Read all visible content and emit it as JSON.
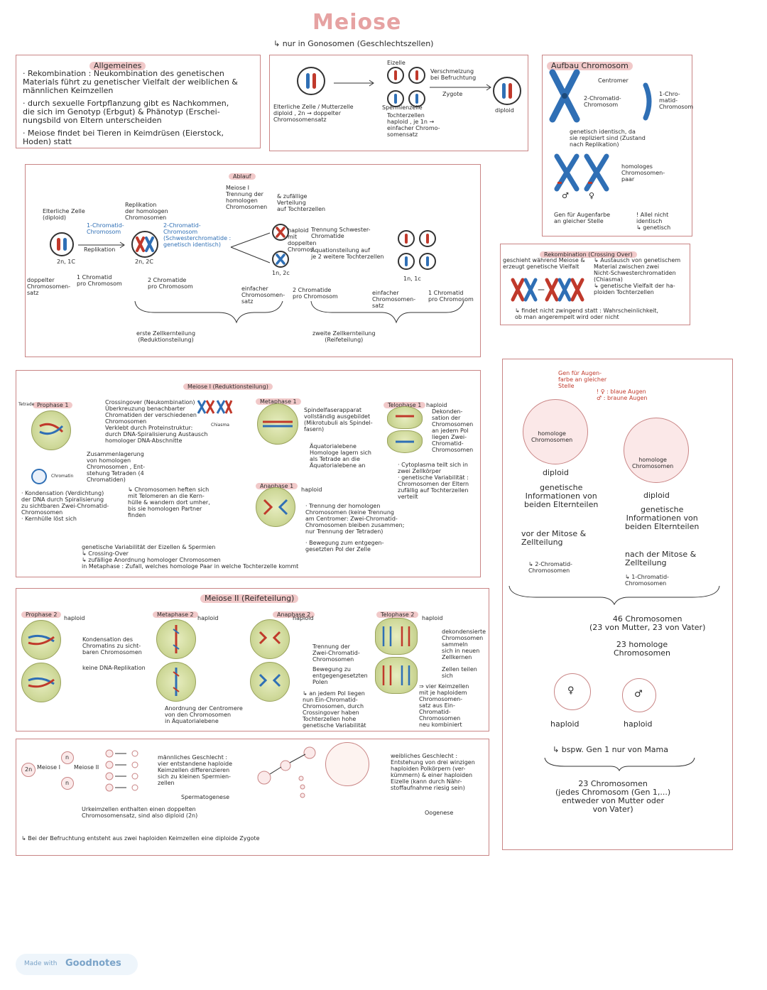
{
  "page": {
    "title": "Meiose",
    "subtitle": "↳ nur in Gonosomen (Geschlechtszellen)"
  },
  "allgemeines": {
    "heading": "Allgemeines",
    "items": [
      "· Rekombination : Neukombination des genetischen\n  Materials führt zu genetischer Vielfalt der weiblichen &\n  männlichen Keimzellen",
      "· durch sexuelle Fortpflanzung gibt es Nachkommen,\n  die sich im Genotyp (Erbgut) & Phänotyp (Erschei-\n  nungsbild von Eltern unterscheiden",
      "· Meiose findet bei Tieren in Keimdrüsen (Eierstock,\n  Hoden) statt"
    ]
  },
  "fertilization": {
    "eizelle": "Eizelle",
    "spermienzelle": "Spermienzelle",
    "verschmelzung": "Verschmelzung\nbei Befruchtung",
    "zygote": "Zygote",
    "diploid": "diploid",
    "elterliche": "Elterliche Zelle / Mutterzelle\ndiploid , 2n → doppelter\nChromosomensatz",
    "tochter": "Tochterzellen\nhaploid , je 1n →\neinfacher Chromo-\nsomensatz"
  },
  "aufbau": {
    "heading": "Aufbau Chromosom",
    "centromer": "Centromer",
    "zwei_chromatid": "2-Chromatid-\nChromosom",
    "ein_chromatid": "1-Chro-\nmatid-\nChromosom",
    "identisch": "genetisch identisch, da\nsie repliziert sind (Zustand\nnach Replikation)",
    "homologes": "homologes\nChromosomen-\npaar",
    "male": "♂",
    "female": "♀",
    "gen": "Gen für Augenfarbe\nan gleicher Stelle",
    "allel": "! Allel nicht\nidentisch\n↳ genetisch"
  },
  "rekombination": {
    "heading": "Rekombination (Crossing Over)",
    "left": "geschieht während Meiose &\nerzeugt genetische Vielfalt",
    "right": "↳ Austausch von genetischem\nMaterial zwischen zwei\nNicht-Schwesterchromatiden\n(Chiasma)\n↳ genetische Vielfalt der ha-\nploiden Tochterzellen",
    "bottom": "↳ findet nicht zwingend statt : Wahrscheinlichkeit,\nob man angerempelt wird oder nicht"
  },
  "ablauf": {
    "heading": "Ablauf",
    "meiose1": "Meiose I\nTrennung der\nhomologen\nChromosomen",
    "zufaellig": "& zufällige\nVerteilung\nauf Tochterzellen",
    "elterliche": "Elterliche Zelle\n(diploid)",
    "ein_chromatid": "1-Chromatid-\nChromosom",
    "replikation_top": "Replikation\nder homologen\nChromosomen",
    "zwei_chromatid": "2-Chromatid-\nChromosom\n(Schwesterchromatide :\ngenetisch identisch)",
    "replikation": "Replikation",
    "n2c1": "2n, 1C",
    "n2c2": "2n, 2C",
    "doppelter": "doppelter\nChromosomen-\nsatz",
    "pro1": "1 Chromatid\npro Chromosom",
    "pro2": "2 Chromatide\npro Chromosom",
    "vertical": "haploid mit\ndoppelten Chromos.",
    "n1c2": "1n, 2c",
    "einfacher1": "einfacher\nChromosomen-\nsatz",
    "pro3": "2 Chromatide\npro Chromosom",
    "trennung": "Trennung Schwester-\nChromatide",
    "aequations": "Äquationsteilung auf\nje 2 weitere Tochterzellen",
    "n1c1": "1n, 1c",
    "einfacher2": "einfacher\nChromosomen-\nsatz",
    "pro4": "1 Chromatid\npro Chromosom",
    "erste": "erste Zellkernteilung\n(Reduktionsteilung)",
    "zweite": "zweite Zellkernteilung\n(Reifeteilung)"
  },
  "meiose1": {
    "heading": "Meiose I (Reduktionsteilung)",
    "prophase": "Prophase 1",
    "tetrade": "Tetrade",
    "crossing": "Crossingover (Neukombination)\nÜberkreuzung benachbarter\nChromatiden der verschiedenen\nChromosomen\nVerklebt durch Proteinstruktur:\ndurch DNA-Spiralisierung Austausch\nhomologer DNA-Abschnitte",
    "chiasma": "Chiasma",
    "zusammen": "Zusammenlagerung\nvon homologen\nChromosomen , Ent-\nstehung Tetraden (4\nChromatiden)",
    "chromatin": "Chromatin",
    "kondensation": "· Kondensation (Verdichtung)\nder DNA durch Spiralisierung\nzu sichtbaren Zwei-Chromatid-\nChromosomen\n· Kernhülle löst sich",
    "heften": "↳ Chromosomen heften sich\nmit Telomeren an die Kern-\nhülle & wandern dort umher,\nbis sie homologen Partner\nfinden",
    "metaphase": "Metaphase 1",
    "spindel": "Spindelfaserapparat\nvollständig ausgebildet\n(Mikrotubuli als Spindel-\nfasern)",
    "aequatorial": "Äquatorialebene\nHomologe lagern sich\nals Tetrade an die\nÄquatorialebene an",
    "anaphase": "Anaphase 1",
    "haploid_a": "haploid",
    "trennung": "· Trennung der homologen\nChromosomen (keine Trennung\nam Centromer: Zwei-Chromatid-\nChromosomen bleiben zusammen;\nnur Trennung der Tetraden)",
    "bewegung": "· Bewegung zum entgegen-\ngesetzten Pol der Zelle",
    "telophase": "Telophase 1",
    "haploid_t": "haploid",
    "dekond": "Dekonden-\nsation der\nChromosomen\nan jedem Pol\nliegen Zwei-\nChromatid-\nChromosomen",
    "cytoplasma": "· Cytoplasma teilt sich in\nzwei Zellkörper\n· genetische Variabilität :\nChromosomen der Eltern\nzufällig auf Tochterzellen\nverteilt",
    "variabilitaet": "genetische Variabilität der Eizellen & Spermien\n↳ Crossing-Over\n↳ zufällige Anordnung homologer Chromosomen\n   in Metaphase : Zufall, welches homologe Paar in welche Tochterzelle kommt"
  },
  "meiose2": {
    "heading": "Meiose II (Reifeteilung)",
    "prophase": "Prophase 2",
    "haploid1": "haploid",
    "kond": "Kondensation des\nChromatins zu sicht-\nbaren Chromosomen",
    "keine": "keine DNA-Replikation",
    "metaphase": "Metaphase 2",
    "haploid2": "haploid",
    "anordnung": "Anordnung der Centromere\nvon den Chromosomen\nin Äquatorialebene",
    "anaphase": "Anaphase 2",
    "haploid3": "haploid",
    "trennung": "Trennung der\nZwei-Chromatid-\nChromosomen",
    "bewegung": "Bewegung zu\nentgegengesetzten\nPolen",
    "pol": "↳ an jedem Pol liegen\nnun Ein-Chromatid-\nChromosomen, durch\nCrossingover haben\nTochterzellen hohe\ngenetische Variabilität",
    "telophase": "Telophase 2",
    "haploid4": "haploid",
    "dekond": "dekondensierte\nChromosomen\nsammeln\nsich in neuen\nZellkernen",
    "zellen": "Zellen teilen\nsich",
    "vier": "⇒ vier Keimzellen\nmit je haploidem\nChromosomen-\nsatz aus Ein-\nChromatid-\nChromosomen\nneu kombiniert"
  },
  "genese": {
    "meiose1": "Meiose I",
    "meiose2": "Meiose II",
    "twon": "2n",
    "n": "n",
    "maennlich": "männliches Geschlecht :\nvier entstandene haploide\nKeimzellen differenzieren\nsich zu kleinen Spermien-\nzellen",
    "sperm": "Spermatogenese",
    "urkeim": "Urkeimzellen enthalten einen doppelten\nChromosomensatz, sind also diploid (2n)",
    "weiblich": "weibliches Geschlecht :\nEntstehung von drei winzigen\nhaploiden Polkörpern (ver-\nkümmern) & einer haploiden\nEizelle (kann durch Nähr-\nstoffaufnahme riesig sein)",
    "oogenese": "Oogenese",
    "befruchtung": "↳ Bei der Befruchtung entsteht aus zwei haploiden Keimzellen eine diploide Zygote"
  },
  "right_panel": {
    "gen": "Gen für Augen-\nfarbe an gleicher\nStelle",
    "allele": "! ♀ : blaue Augen\n  ♂ : braune Augen",
    "homologe1": "homologe\nChromosomen",
    "homologe2": "homologe\nChromosomen",
    "diploid1": "diploid",
    "info1": "genetische\nInformationen von\nbeiden Elternteilen",
    "vor": "vor der Mitose &\nZellteilung",
    "zwei": "↳ 2-Chromatid-\nChromosomen",
    "diploid2": "diploid",
    "info2": "genetische\nInformationen von\nbeiden Elternteilen",
    "nach": "nach der Mitose &\nZellteilung",
    "eins": "↳ 1-Chromatid-\nChromosomen",
    "count46": "46 Chromosomen\n(23 von Mutter, 23 von Vater)",
    "homologe23": "23 homologe\nChromosomen",
    "haploid1": "haploid",
    "haploid2": "haploid",
    "bspw": "↳ bspw. Gen 1 nur von Mama",
    "count23": "23 Chromosomen\n(jedes Chromosom (Gen 1,...)\nentweder von Mutter oder\nvon Vater)"
  },
  "footer": {
    "made": "Made with",
    "brand": "Goodnotes"
  },
  "colors": {
    "accent": "#e6a2a2",
    "border": "#c98585",
    "red": "#c0392b",
    "blue": "#2f6fb5"
  }
}
